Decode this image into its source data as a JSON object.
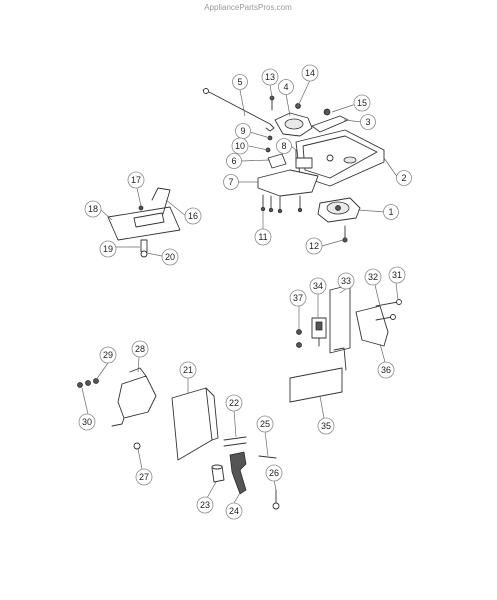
{
  "watermark": "AppliancePartsPros.com",
  "callouts": [
    {
      "id": "1",
      "label": "1"
    },
    {
      "id": "2",
      "label": "2"
    },
    {
      "id": "3",
      "label": "3"
    },
    {
      "id": "4",
      "label": "4"
    },
    {
      "id": "5",
      "label": "5"
    },
    {
      "id": "6",
      "label": "6"
    },
    {
      "id": "7",
      "label": "7"
    },
    {
      "id": "8",
      "label": "8"
    },
    {
      "id": "9",
      "label": "9"
    },
    {
      "id": "10",
      "label": "10"
    },
    {
      "id": "11",
      "label": "11"
    },
    {
      "id": "12",
      "label": "12"
    },
    {
      "id": "13",
      "label": "13"
    },
    {
      "id": "14",
      "label": "14"
    },
    {
      "id": "15",
      "label": "15"
    },
    {
      "id": "16",
      "label": "16"
    },
    {
      "id": "17",
      "label": "17"
    },
    {
      "id": "18",
      "label": "18"
    },
    {
      "id": "19",
      "label": "19"
    },
    {
      "id": "20",
      "label": "20"
    },
    {
      "id": "21",
      "label": "21"
    },
    {
      "id": "22",
      "label": "22"
    },
    {
      "id": "23",
      "label": "23"
    },
    {
      "id": "24",
      "label": "24"
    },
    {
      "id": "25",
      "label": "25"
    },
    {
      "id": "26",
      "label": "26"
    },
    {
      "id": "27",
      "label": "27"
    },
    {
      "id": "28",
      "label": "28"
    },
    {
      "id": "29",
      "label": "29"
    },
    {
      "id": "30",
      "label": "30"
    },
    {
      "id": "31",
      "label": "31"
    },
    {
      "id": "32",
      "label": "32"
    },
    {
      "id": "33",
      "label": "33"
    },
    {
      "id": "34",
      "label": "34"
    },
    {
      "id": "35",
      "label": "35"
    },
    {
      "id": "36",
      "label": "36"
    },
    {
      "id": "37",
      "label": "37"
    }
  ]
}
